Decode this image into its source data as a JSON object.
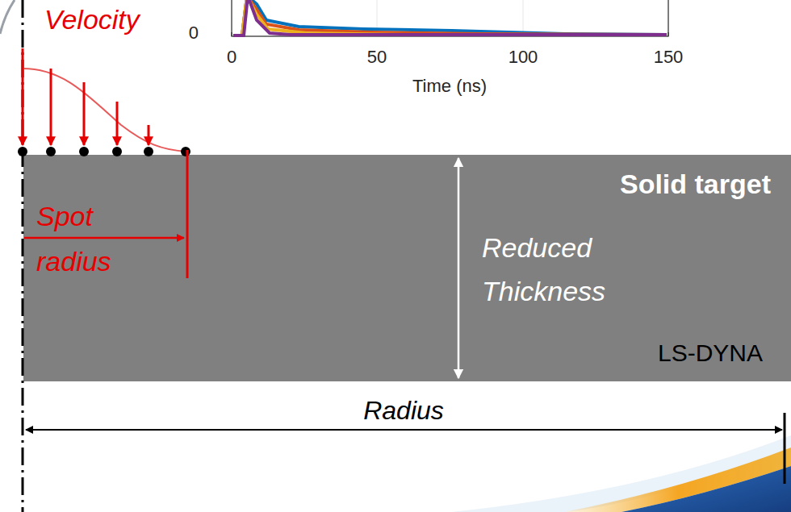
{
  "diagram": {
    "nodes": [
      {
        "text": [
          "Solid target",
          "Reduced Thickness",
          "LS-DYNA"
        ]
      }
    ],
    "labels": [
      "Velocity",
      "0",
      "0",
      "50",
      "100",
      "150",
      "Time (ns)",
      "Spot radius",
      "Radius"
    ]
  }
}
